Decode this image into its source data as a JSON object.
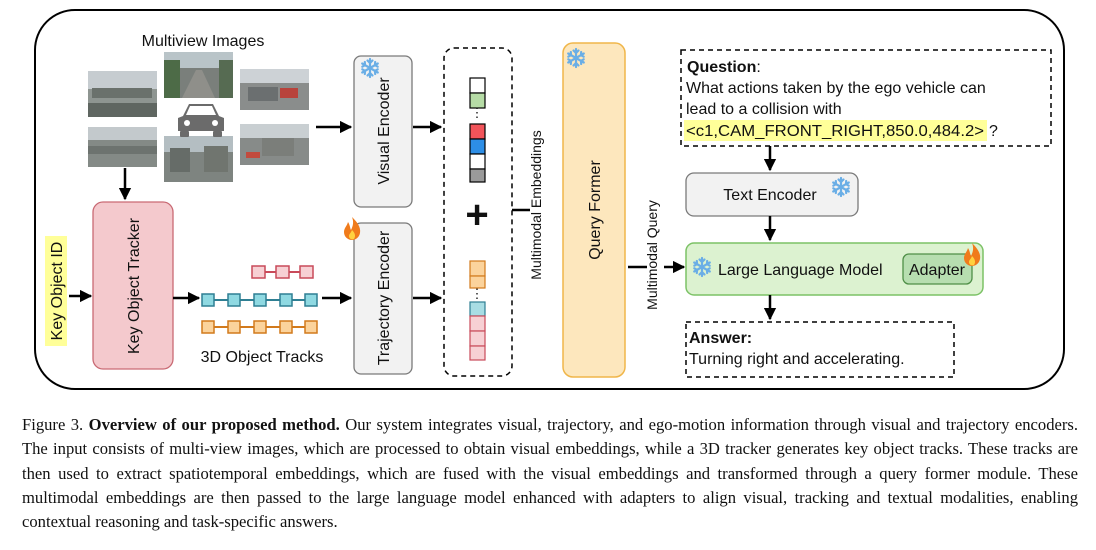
{
  "diagram": {
    "multiview_title": "Multiview Images",
    "visual_encoder": "Visual Encoder",
    "trajectory_encoder": "Trajectory Encoder",
    "key_object_tracker": "Key Object Tracker",
    "key_object_id": "Key Object ID",
    "object_tracks": "3D Object Tracks",
    "plus": "+",
    "multimodal_embeddings": "Multimodal Embeddings",
    "query_former": "Query Former",
    "multimodal_query": "Multimodal Query",
    "text_encoder": "Text Encoder",
    "llm": "Large Language Model",
    "adapter": "Adapter",
    "question_heading": "Question",
    "question_colon": ":",
    "question_line1": "What actions taken by the ego vehicle can",
    "question_line2": "lead to a collision with",
    "question_highlight": "<c1,CAM_FRONT_RIGHT,850.0,484.2>",
    "question_mark": "?",
    "answer_heading": "Answer:",
    "answer_text": "Turning right and accelerating.",
    "icons": {
      "frozen": "snowflake-icon",
      "trainable": "fire-icon",
      "vehicle": "car-icon"
    },
    "colors": {
      "tracker_fill": "#f4c9cd",
      "tracker_stroke": "#c96a74",
      "query_former_fill": "#fde7bd",
      "query_former_stroke": "#f0b64a",
      "llm_fill": "#dcf2d0",
      "llm_stroke": "#7cc266",
      "encoder_fill": "#f2f2f2",
      "highlight": "#ffff99",
      "snowflake": "#6aaee6",
      "fire": "#f07b1b"
    }
  },
  "caption": {
    "label": "Figure 3.",
    "title": "Overview of our proposed method.",
    "text": "Our system integrates visual, trajectory, and ego-motion information through visual and trajectory encoders. The input consists of multi-view images, which are processed to obtain visual embeddings, while a 3D tracker generates key object tracks. These tracks are then used to extract spatiotemporal embeddings, which are fused with the visual embeddings and transformed through a query former module. These multimodal embeddings are then passed to the large language model enhanced with adapters to align visual, tracking and textual modalities, enabling contextual reasoning and task-specific answers."
  }
}
